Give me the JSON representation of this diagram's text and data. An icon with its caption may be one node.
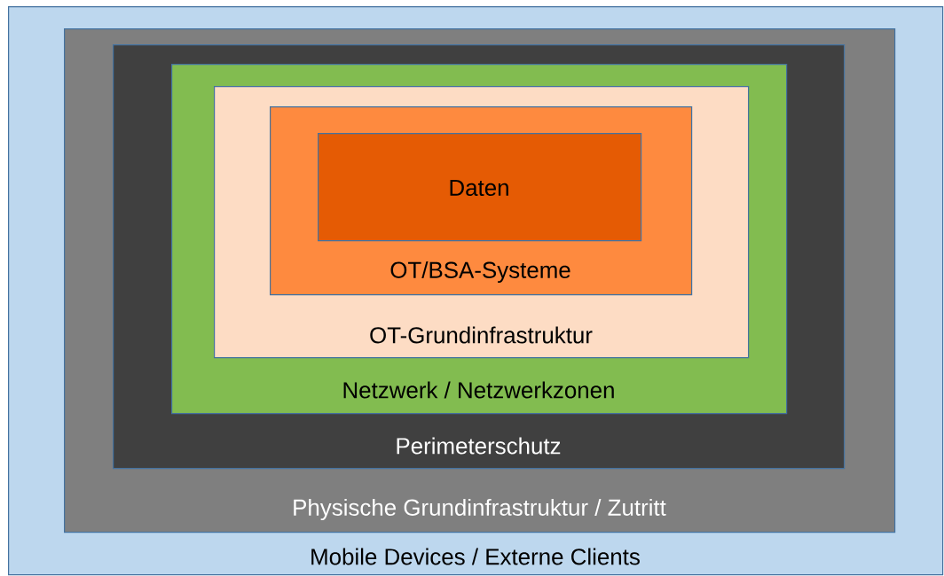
{
  "diagram": {
    "nodes": [
      {
        "text": [
          "Mobile Devices / Externe Clients"
        ]
      },
      {
        "text": [
          "Physische Grundinfrastruktur / Zutritt"
        ],
        "in": 0
      },
      {
        "text": [
          "Perimeterschutz"
        ],
        "in": 1
      },
      {
        "text": [
          "Netzwerk / Netzwerkzonen"
        ],
        "in": 2
      },
      {
        "text": [
          "OT-Grundinfrastruktur"
        ],
        "in": 3
      },
      {
        "text": [
          "OT/BSA-Systeme"
        ],
        "in": 4
      },
      {
        "text": [
          "Daten"
        ],
        "in": 5
      }
    ]
  }
}
